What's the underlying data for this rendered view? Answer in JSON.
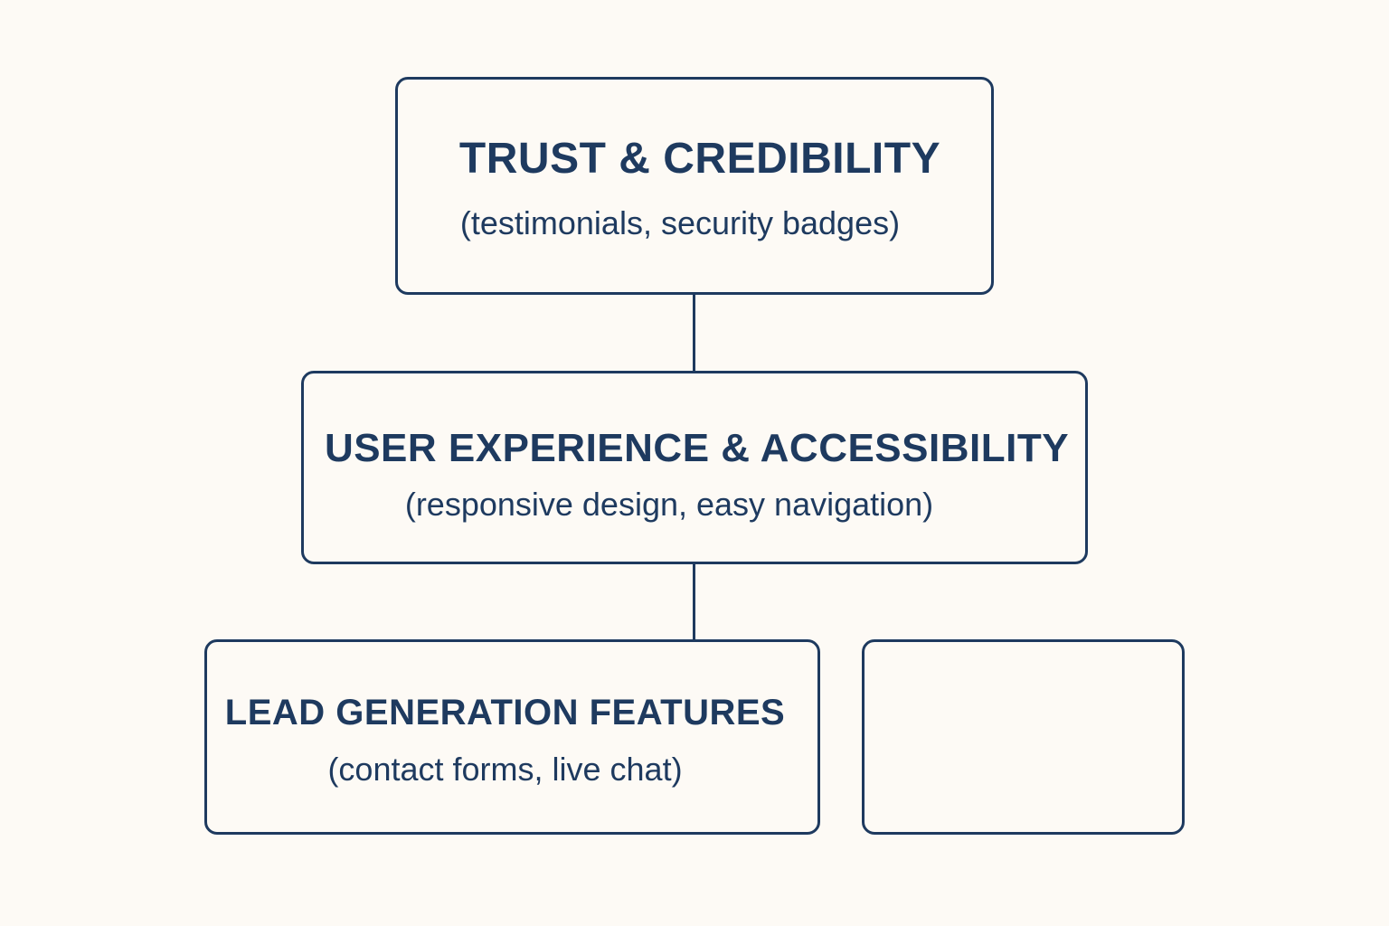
{
  "diagram": {
    "nodes": [
      {
        "id": "trust",
        "title": "TRUST & CREDIBILITY",
        "subtitle": "(testimonials, security badges)"
      },
      {
        "id": "ux",
        "title": "USER EXPERIENCE & ACCESSIBILITY",
        "subtitle": "(responsive design, easy navigation)"
      },
      {
        "id": "lead",
        "title": "LEAD GENERATION FEATURES",
        "subtitle": "(contact forms, live chat)"
      },
      {
        "id": "empty",
        "title": "",
        "subtitle": ""
      }
    ],
    "edges": [
      {
        "from": "trust",
        "to": "ux"
      },
      {
        "from": "ux",
        "to": "lead"
      }
    ],
    "colors": {
      "background": "#fdfaf5",
      "stroke": "#1e3a5f",
      "text": "#1e3a5f"
    }
  }
}
